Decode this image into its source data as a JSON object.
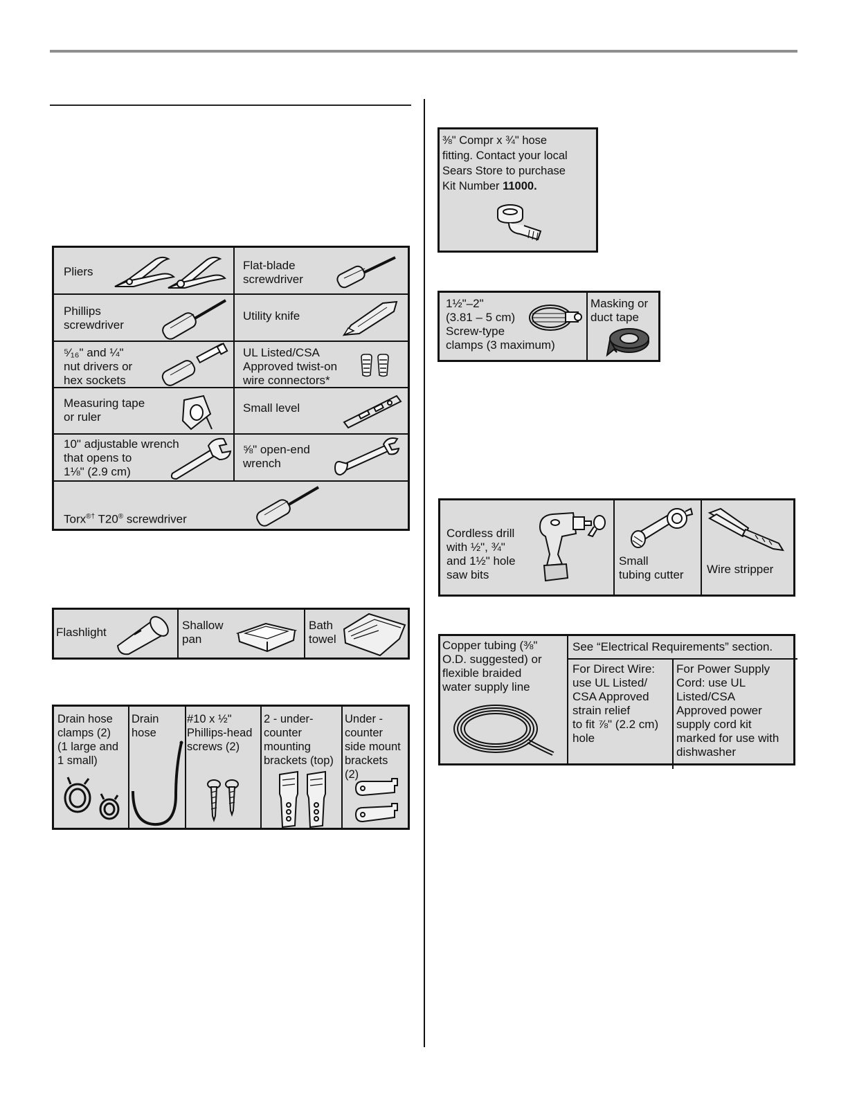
{
  "tools": {
    "pliers": "Pliers",
    "flat_blade": "Flat-blade\nscrewdriver",
    "phillips": "Phillips\nscrewdriver",
    "utility_knife": "Utility knife",
    "nut_drivers": "⁵⁄₁₆\" and ¼\"\nnut drivers or\nhex sockets",
    "ul_connectors": "UL Listed/CSA\nApproved twist-on\nwire connectors*",
    "measuring_tape": "Measuring tape\nor ruler",
    "small_level": "Small level",
    "adj_wrench": "10\" adjustable wrench\nthat opens to\n1⅛\" (2.9 cm)",
    "open_end": "⅝\" open-end\nwrench",
    "torx_a": "Torx",
    "torx_sup1": "®†",
    "torx_b": " T20",
    "torx_sup2": "®",
    "torx_c": " screwdriver"
  },
  "supplies": {
    "flashlight": "Flashlight",
    "shallow_pan": "Shallow\npan",
    "bath_towel": "Bath\ntowel"
  },
  "parts": {
    "drain_clamps": "Drain hose\nclamps (2)\n(1 large and\n1 small)",
    "drain_hose": "Drain\nhose",
    "screws": "#10 x ½\"\nPhillips-head\nscrews (2)",
    "brackets_top": "2 - under-\ncounter\nmounting\nbrackets (top)",
    "side_brackets": "Under -\ncounter\nside mount\nbrackets\n(2)"
  },
  "hose_fitting": {
    "text": "⅜\" Compr x ¾\" hose\nfitting. Contact your local\nSears Store to purchase\nKit Number ",
    "kit": "11000."
  },
  "clamps": {
    "screw_clamps": "1½\"–2\"\n(3.81 – 5 cm)\nScrew-type\nclamps (3 maximum)",
    "tape": "Masking or\nduct tape"
  },
  "cutting": {
    "drill": "Cordless drill\nwith ½\", ¾\"\nand 1½\" hole\nsaw bits",
    "tubing_cutter": "Small\ntubing cutter",
    "wire_stripper": "Wire stripper"
  },
  "electrical": {
    "copper": "Copper tubing (⅜\"\nO.D. suggested) or\nflexible braided\nwater supply line",
    "see_section": "See “Electrical Requirements” section.",
    "direct_wire": "For Direct Wire:\nuse UL Listed/\nCSA Approved\nstrain relief\nto fit ⅞\" (2.2 cm)\nhole",
    "power_cord": "For Power Supply\nCord: use UL\nListed/CSA\nApproved power\nsupply cord kit\nmarked for use with\ndishwasher"
  }
}
